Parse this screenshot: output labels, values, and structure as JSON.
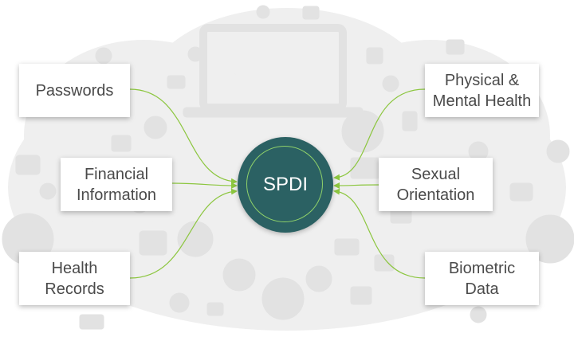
{
  "hub": {
    "label": "SPDI"
  },
  "nodes": {
    "passwords": [
      "Passwords"
    ],
    "financial": [
      "Financial",
      "Information"
    ],
    "health_records": [
      "Health",
      "Records"
    ],
    "physical_mental": [
      "Physical &",
      "Mental Health"
    ],
    "sexual_orientation": [
      "Sexual",
      "Orientation"
    ],
    "biometric": [
      "Biometric",
      "Data"
    ]
  },
  "colors": {
    "hub_fill": "#2b6163",
    "hub_ring": "#8fd16a",
    "connector": "#8cc63f",
    "box_text": "#4a4a4a",
    "background_icons": "#ececec"
  }
}
